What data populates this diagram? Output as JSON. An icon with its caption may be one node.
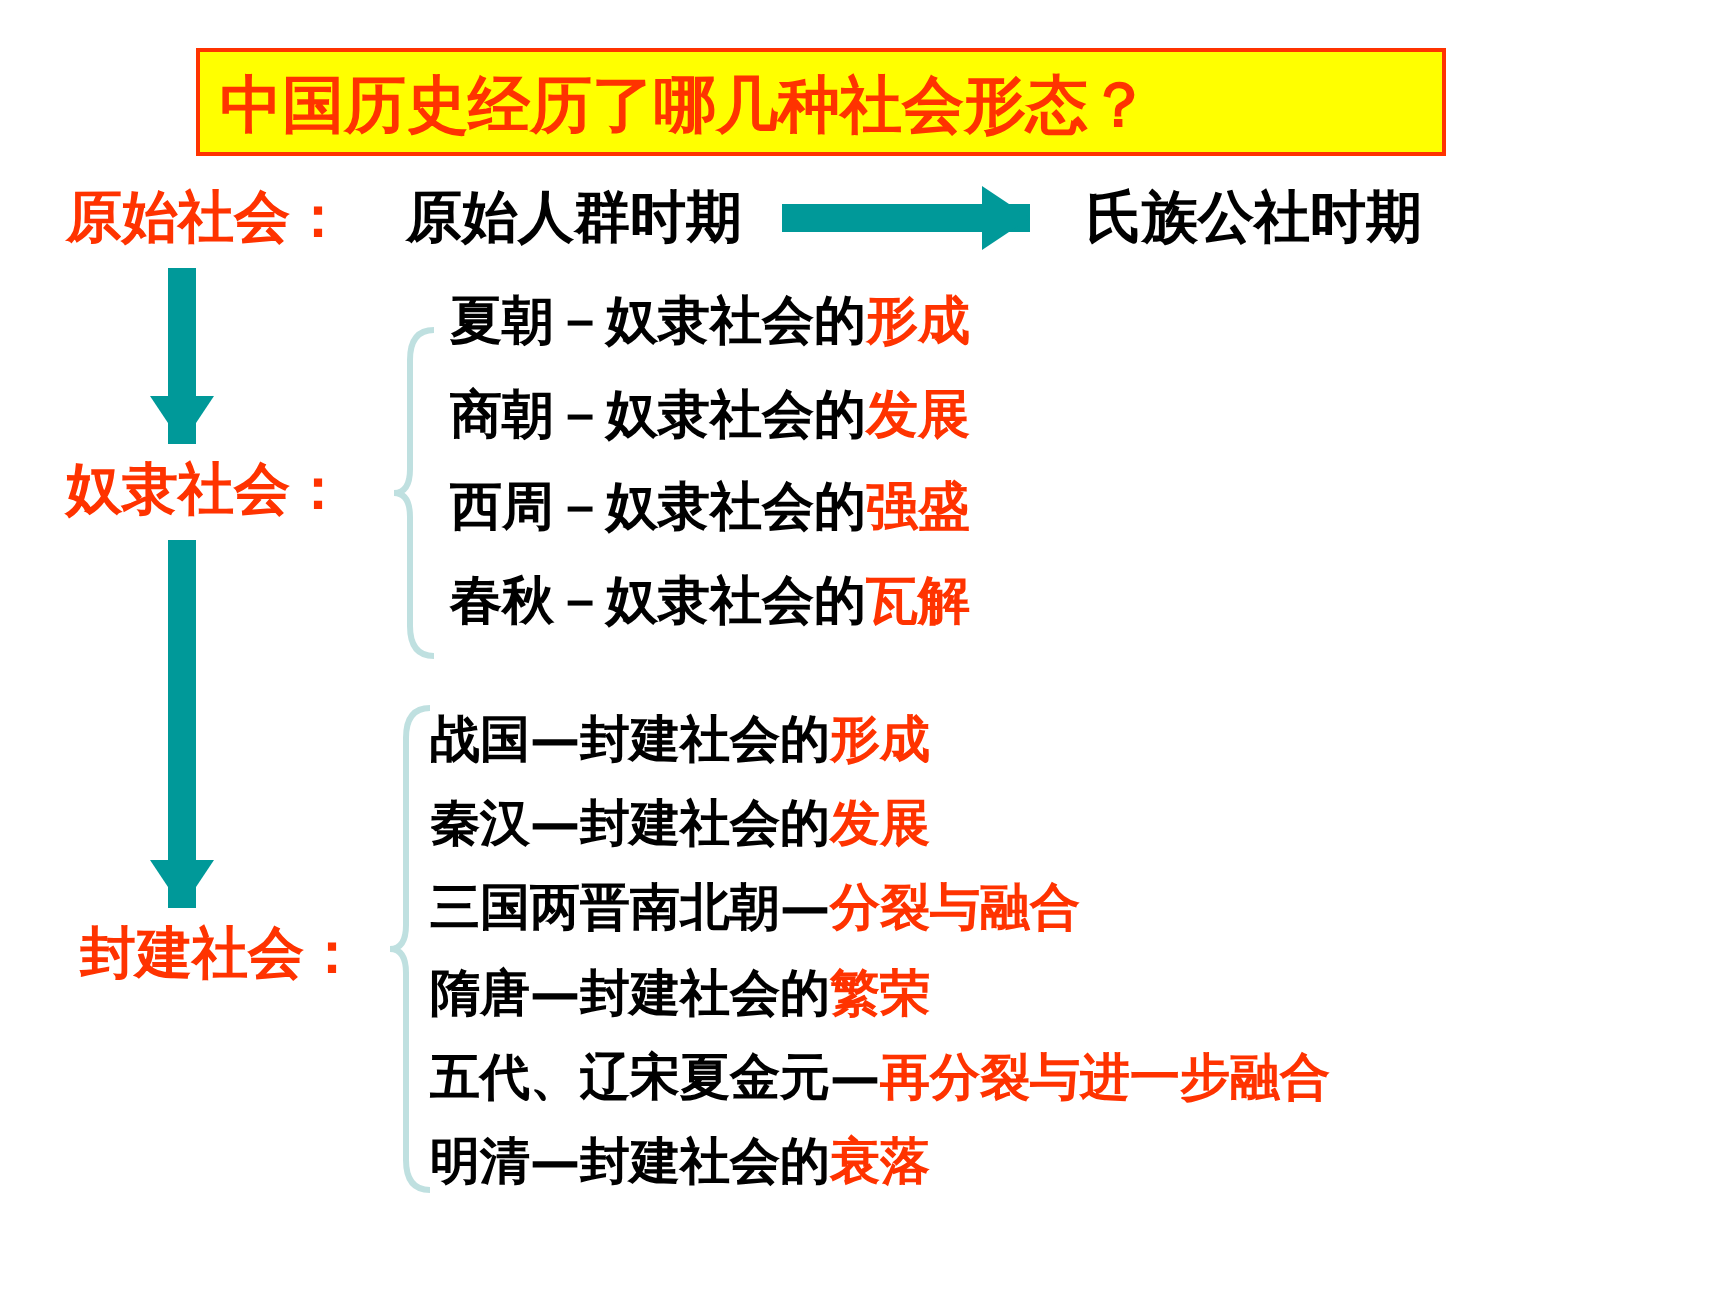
{
  "diagram": {
    "title": "中国历史经历了哪几种社会形态？",
    "nodes": [
      {
        "text": [
          "原始社会："
        ]
      },
      {
        "text": [
          "原始人群时期"
        ]
      },
      {
        "text": [
          "氏族公社时期"
        ]
      },
      {
        "text": [
          "奴隶社会："
        ]
      },
      {
        "text": [
          "封建社会："
        ]
      }
    ],
    "edges": [
      {
        "from": 1,
        "to": 2,
        "arrow": "to"
      },
      {
        "from": 0,
        "to": 3,
        "arrow": "to"
      },
      {
        "from": 3,
        "to": 4,
        "arrow": "to"
      }
    ],
    "labels": [
      "夏朝－奴隶社会的",
      "形成",
      "商朝－奴隶社会的",
      "发展",
      "西周－奴隶社会的",
      "强盛",
      "春秋－奴隶社会的",
      "瓦解",
      "战国—封建社会的",
      "形成",
      "秦汉—封建社会的",
      "发展",
      "三国两晋南北朝—",
      "分裂与融合",
      "隋唐—封建社会的",
      "繁荣",
      "五代、辽宋夏金元—",
      "再分裂与进一步融合",
      "明清—封建社会的",
      "衰落"
    ]
  }
}
